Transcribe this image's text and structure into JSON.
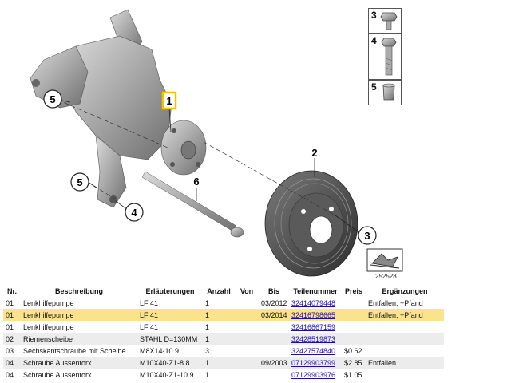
{
  "diagram": {
    "callouts": [
      "1",
      "2",
      "3",
      "4",
      "5",
      "5",
      "6"
    ],
    "thumbnails": [
      {
        "num": "3",
        "icon": "hex-bolt-icon"
      },
      {
        "num": "4",
        "icon": "torx-bolt-icon"
      },
      {
        "num": "5",
        "icon": "sleeve-icon"
      }
    ],
    "reference_number": "252528",
    "highlight_color": "#f2c400"
  },
  "table": {
    "headers": [
      "Nr.",
      "Beschreibung",
      "Erläuterungen",
      "Anzahl",
      "Von",
      "Bis",
      "Teilenummer",
      "Preis",
      "Ergänzungen"
    ],
    "rows": [
      {
        "nr": "01",
        "desc": "Lenkhilfepumpe",
        "expl": "LF 41",
        "qty": "1",
        "from": "",
        "to": "03/2012",
        "part": "32414079448",
        "price": "",
        "note": "Entfallen, +Pfand",
        "state": "normal"
      },
      {
        "nr": "01",
        "desc": "Lenkhilfepumpe",
        "expl": "LF 41",
        "qty": "1",
        "from": "",
        "to": "03/2014",
        "part": "32416798665",
        "price": "",
        "note": "Entfallen, +Pfand",
        "state": "highlight"
      },
      {
        "nr": "01",
        "desc": "Lenkhilfepumpe",
        "expl": "LF 41",
        "qty": "1",
        "from": "",
        "to": "",
        "part": "32416867159",
        "price": "",
        "note": "",
        "state": "normal"
      },
      {
        "nr": "02",
        "desc": "Riemenscheibe",
        "expl": "STAHL D=130MM",
        "qty": "1",
        "from": "",
        "to": "",
        "part": "32428519873",
        "price": "",
        "note": "",
        "state": "alt"
      },
      {
        "nr": "03",
        "desc": "Sechskantschraube mit Scheibe",
        "expl": "M8X14-10.9",
        "qty": "3",
        "from": "",
        "to": "",
        "part": "32427574840",
        "price": "$0.62",
        "note": "",
        "state": "normal"
      },
      {
        "nr": "04",
        "desc": "Schraube Aussentorx",
        "expl": "M10X40-Z1-8.8",
        "qty": "1",
        "from": "",
        "to": "09/2003",
        "part": "07129903799",
        "price": "$2.85",
        "note": "Entfallen",
        "state": "alt"
      },
      {
        "nr": "04",
        "desc": "Schraube Aussentorx",
        "expl": "M10X40-Z1-10.9",
        "qty": "1",
        "from": "",
        "to": "",
        "part": "07129903976",
        "price": "$1.05",
        "note": "",
        "state": "normal"
      }
    ]
  }
}
